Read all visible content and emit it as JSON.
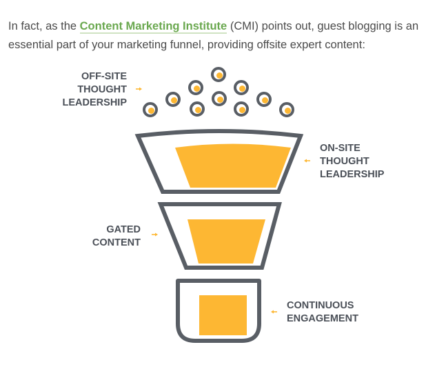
{
  "intro": {
    "before": "In fact, as the ",
    "link_text": "Content Marketing Institute",
    "after": " (CMI) points out, guest blogging is an essential part of your marketing funnel, providing offsite expert content:"
  },
  "diagram": {
    "labels": {
      "offsite": [
        "OFF-SITE",
        "THOUGHT",
        "LEADERSHIP"
      ],
      "onsite": [
        "ON-SITE",
        "THOUGHT",
        "LEADERSHIP"
      ],
      "gated": [
        "GATED",
        "CONTENT"
      ],
      "continuous": [
        "CONTINUOUS",
        "ENGAGEMENT"
      ]
    },
    "colors": {
      "outline": "#595e65",
      "fill": "#fdb733",
      "text": "#4a4f57",
      "arrow": "#fdb733",
      "link": "#6aa84f"
    }
  }
}
